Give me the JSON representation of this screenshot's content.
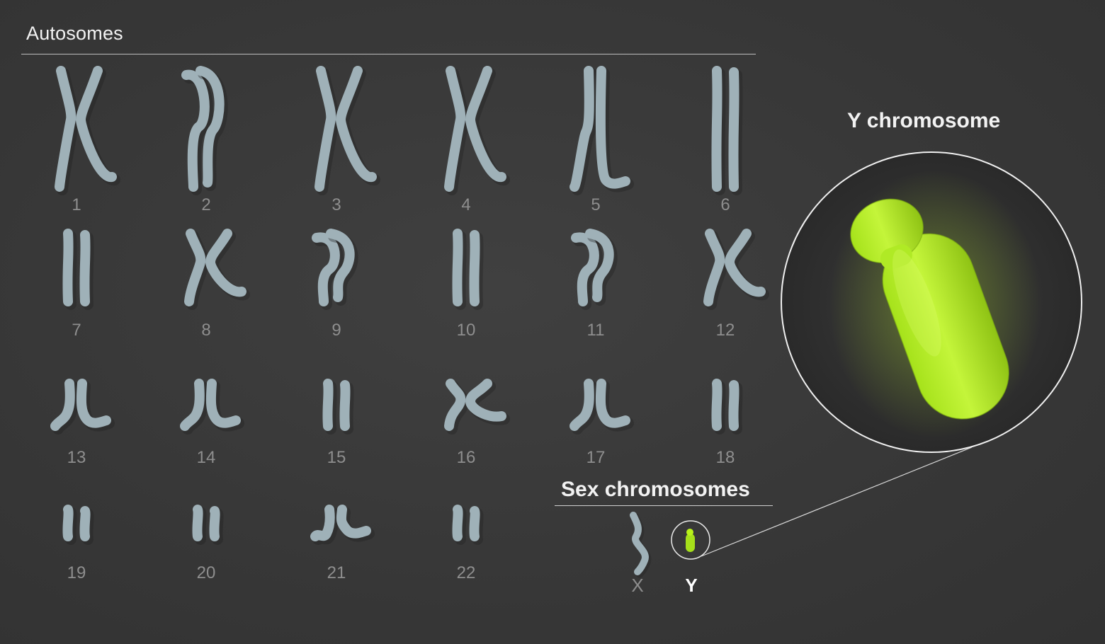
{
  "headings": {
    "autosomes": "Autosomes",
    "sex_chromosomes": "Sex chromosomes",
    "y_chromosome": "Y chromosome"
  },
  "autosomes": [
    {
      "label": "1"
    },
    {
      "label": "2"
    },
    {
      "label": "3"
    },
    {
      "label": "4"
    },
    {
      "label": "5"
    },
    {
      "label": "6"
    },
    {
      "label": "7"
    },
    {
      "label": "8"
    },
    {
      "label": "9"
    },
    {
      "label": "10"
    },
    {
      "label": "11"
    },
    {
      "label": "12"
    },
    {
      "label": "13"
    },
    {
      "label": "14"
    },
    {
      "label": "15"
    },
    {
      "label": "16"
    },
    {
      "label": "17"
    },
    {
      "label": "18"
    },
    {
      "label": "19"
    },
    {
      "label": "20"
    },
    {
      "label": "21"
    },
    {
      "label": "22"
    }
  ],
  "sex_chromosomes": {
    "x_label": "X",
    "y_label": "Y"
  },
  "colors": {
    "background": "#3a3a3a",
    "chromosome": "#9fb1b8",
    "y_highlight": "#b8f21a",
    "label_gray": "#8e8e8e",
    "heading": "#f2f2f2"
  }
}
